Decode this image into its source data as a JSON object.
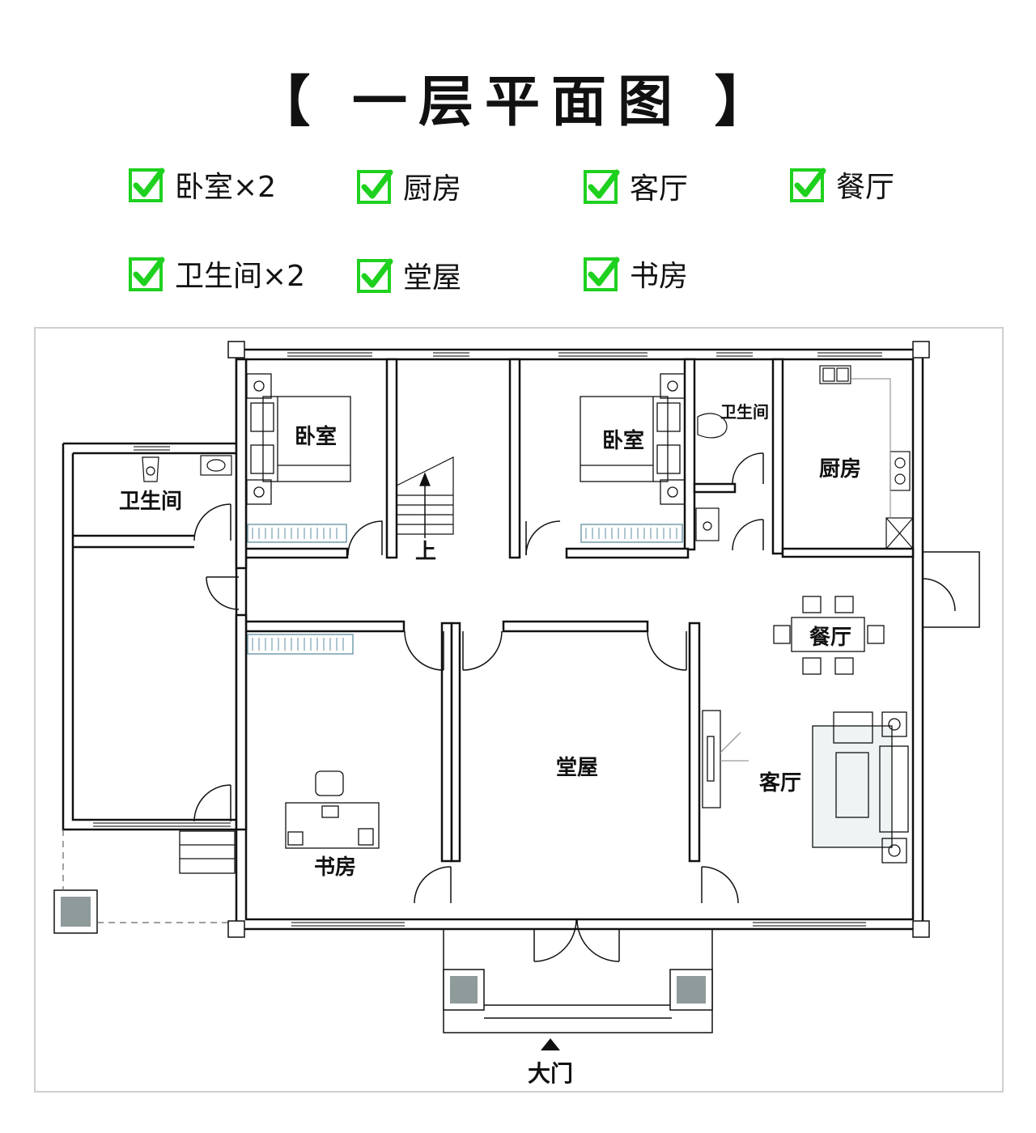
{
  "title": "【 一层平面图 】",
  "features": [
    {
      "label": "卧室×2"
    },
    {
      "label": "厨房"
    },
    {
      "label": "客厅"
    },
    {
      "label": "餐厅"
    },
    {
      "label": "卫生间×2"
    },
    {
      "label": "堂屋"
    },
    {
      "label": "书房"
    }
  ],
  "rooms": {
    "bedroom_left": "卧室",
    "bedroom_right": "卧室",
    "bathroom_small": "卫生间",
    "bathroom_left": "卫生间",
    "kitchen": "厨房",
    "dining": "餐厅",
    "living": "客厅",
    "hall": "堂屋",
    "study": "书房",
    "stairs_up": "上",
    "main_door": "大门"
  },
  "colors": {
    "check_green": "#1fd11f",
    "wall": "#111111",
    "column_fill": "#8f9a9a",
    "frame": "#cfcfcf"
  }
}
